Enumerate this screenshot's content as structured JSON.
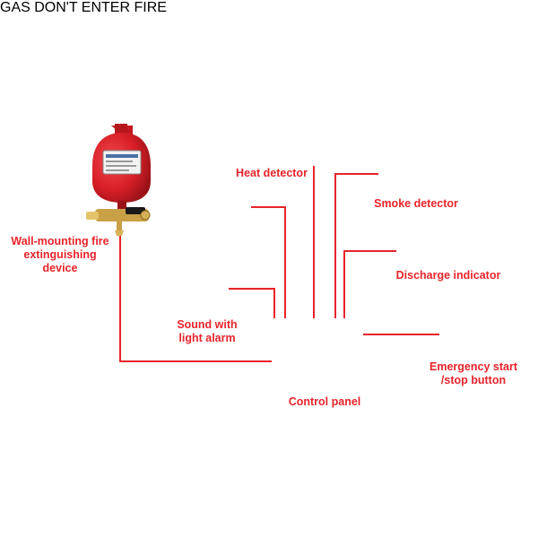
{
  "labels": {
    "extinguisher": "Wall-mounting fire\nextinguishing\ndevice",
    "heat_detector": "Heat detector",
    "smoke_detector": "Smoke detector",
    "discharge_indicator": "Discharge indicator",
    "sound_light_alarm": "Sound with\nlight alarm",
    "emergency_button": "Emergency start\n/stop button",
    "control_panel": "Control panel"
  },
  "device_text": {
    "strobe": "FIRE",
    "indicator_top": "GAS",
    "indicator_main": "DON'T ENTER"
  },
  "colors": {
    "label_red": "#e8232a",
    "wire_red": "#e8232a",
    "device_red": "#d81e27",
    "panel_red": "#b8282c"
  }
}
